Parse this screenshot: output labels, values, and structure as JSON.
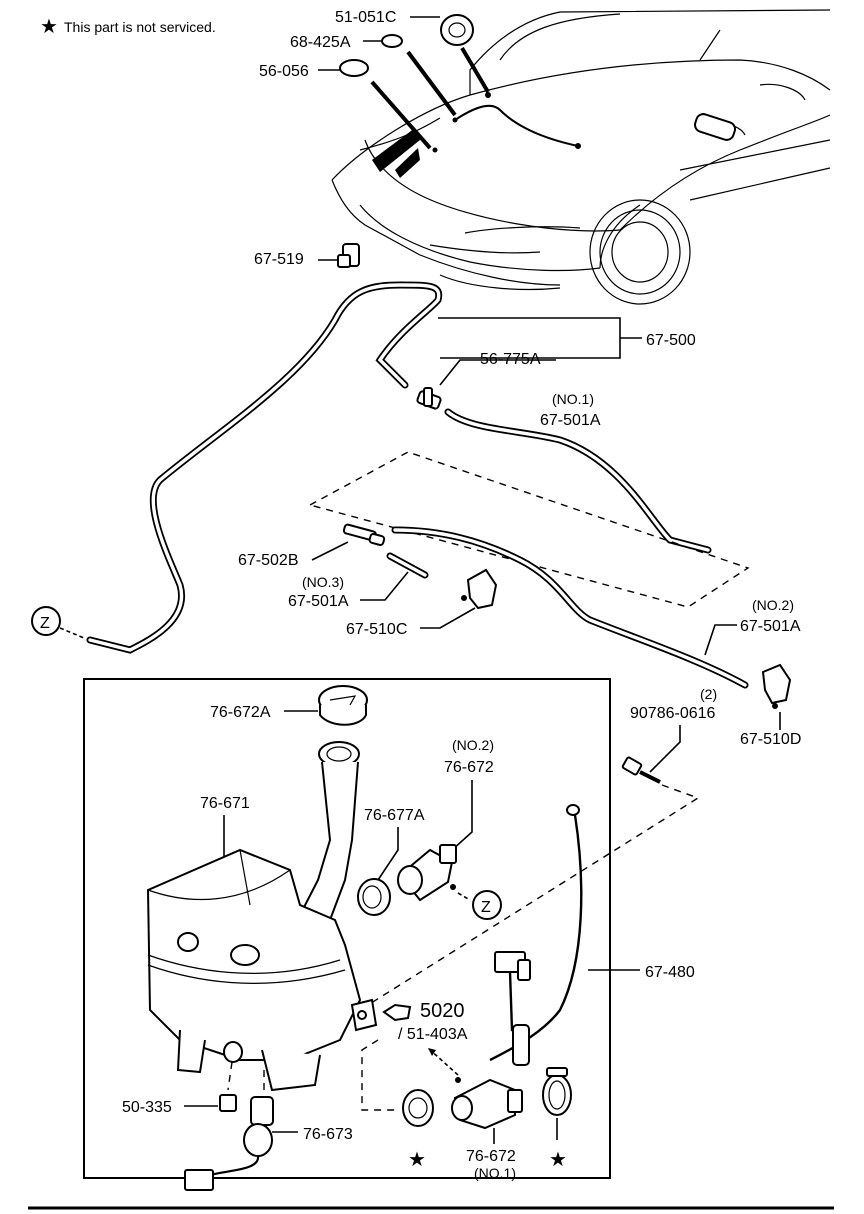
{
  "legend": {
    "star": "★",
    "text": "This part is not serviced."
  },
  "labels": {
    "p51_051C": "51-051C",
    "p68_425A": "68-425A",
    "p56_056": "56-056",
    "p67_519": "67-519",
    "p67_500": "67-500",
    "p56_775A": "56-775A",
    "p67_501A_no1_qual": "(NO.1)",
    "p67_501A_no1": "67-501A",
    "p67_502B": "67-502B",
    "p67_501A_no3_qual": "(NO.3)",
    "p67_501A_no3": "67-501A",
    "p67_510C": "67-510C",
    "p67_501A_no2_qual": "(NO.2)",
    "p67_501A_no2": "67-501A",
    "p67_510D": "67-510D",
    "p90786_qty": "(2)",
    "p90786": "90786-0616",
    "p76_672A": "76-672A",
    "p76_672_no2_qual": "(NO.2)",
    "p76_672_no2": "76-672",
    "p76_671": "76-671",
    "p76_677A": "76-677A",
    "p67_480": "67-480",
    "p5020": "5020",
    "p51_403A": "/ 51-403A",
    "p50_335": "50-335",
    "p76_673": "76-673",
    "p76_672_no1": "76-672",
    "p76_672_no1_qual": "(NO.1)"
  },
  "markers": {
    "z_ref": "Z",
    "star": "★"
  }
}
